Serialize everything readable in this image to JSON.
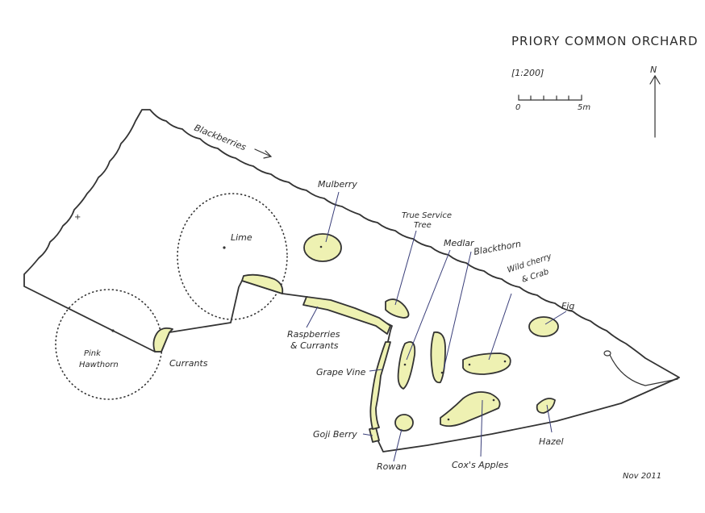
{
  "title": "PRIORY COMMON ORCHARD",
  "scale": {
    "ratio": "[1:200]",
    "start_label": "0",
    "end_label": "5m"
  },
  "north_label": "N",
  "date": "Nov 2011",
  "colors": {
    "planting_fill": "#eef1b2",
    "ink": "#333333",
    "leader": "#3a3f7a"
  },
  "labels": {
    "blackberries": "Blackberries",
    "mulberry": "Mulberry",
    "true_service_tree_1": "True Service",
    "true_service_tree_2": "Tree",
    "medlar": "Medlar",
    "blackthorn": "Blackthorn",
    "wild_cherry_1": "Wild cherry",
    "wild_cherry_2": "& Crab",
    "fig": "Fig",
    "lime": "Lime",
    "pink_hawthorn_1": "Pink",
    "pink_hawthorn_2": "Hawthorn",
    "currants": "Currants",
    "raspberries_1": "Raspberries",
    "raspberries_2": "& Currants",
    "grape_vine": "Grape Vine",
    "goji_berry": "Goji Berry",
    "rowan": "Rowan",
    "coxs_apples": "Cox's Apples",
    "hazel": "Hazel"
  }
}
